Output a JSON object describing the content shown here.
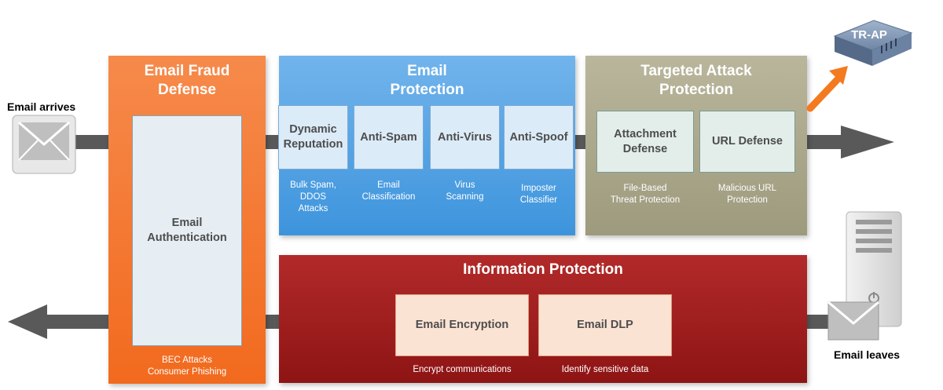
{
  "endpoints": {
    "arrives_label": "Email arrives",
    "leaves_label": "Email leaves",
    "appliance_label": "TR-AP"
  },
  "email_fraud_defense": {
    "title": "Email Fraud\nDefense",
    "authentication_label": "Email\nAuthentication",
    "caption": "BEC Attacks\nConsumer Phishing"
  },
  "email_protection": {
    "title": "Email\nProtection",
    "modules": [
      {
        "label": "Dynamic\nReputation",
        "caption": "Bulk Spam,\nDDOS\nAttacks"
      },
      {
        "label": "Anti-Spam",
        "caption": "Email\nClassification"
      },
      {
        "label": "Anti-Virus",
        "caption": "Virus\nScanning"
      },
      {
        "label": "Anti-Spoof",
        "caption": "Imposter\nClassifier"
      }
    ]
  },
  "targeted_attack_protection": {
    "title": "Targeted Attack\nProtection",
    "modules": [
      {
        "label": "Attachment\nDefense",
        "caption": "File-Based\nThreat Protection"
      },
      {
        "label": "URL Defense",
        "caption": "Malicious URL\nProtection"
      }
    ]
  },
  "information_protection": {
    "title": "Information Protection",
    "modules": [
      {
        "label": "Email Encryption",
        "caption": "Encrypt communications"
      },
      {
        "label": "Email DLP",
        "caption": "Identify sensitive data"
      }
    ]
  },
  "colors": {
    "fraud_orange": "#f47a33",
    "protection_blue": "#4a9fe0",
    "targeted_tan": "#a8a588",
    "info_red": "#a51d1d",
    "arrow_gray": "#595959"
  }
}
